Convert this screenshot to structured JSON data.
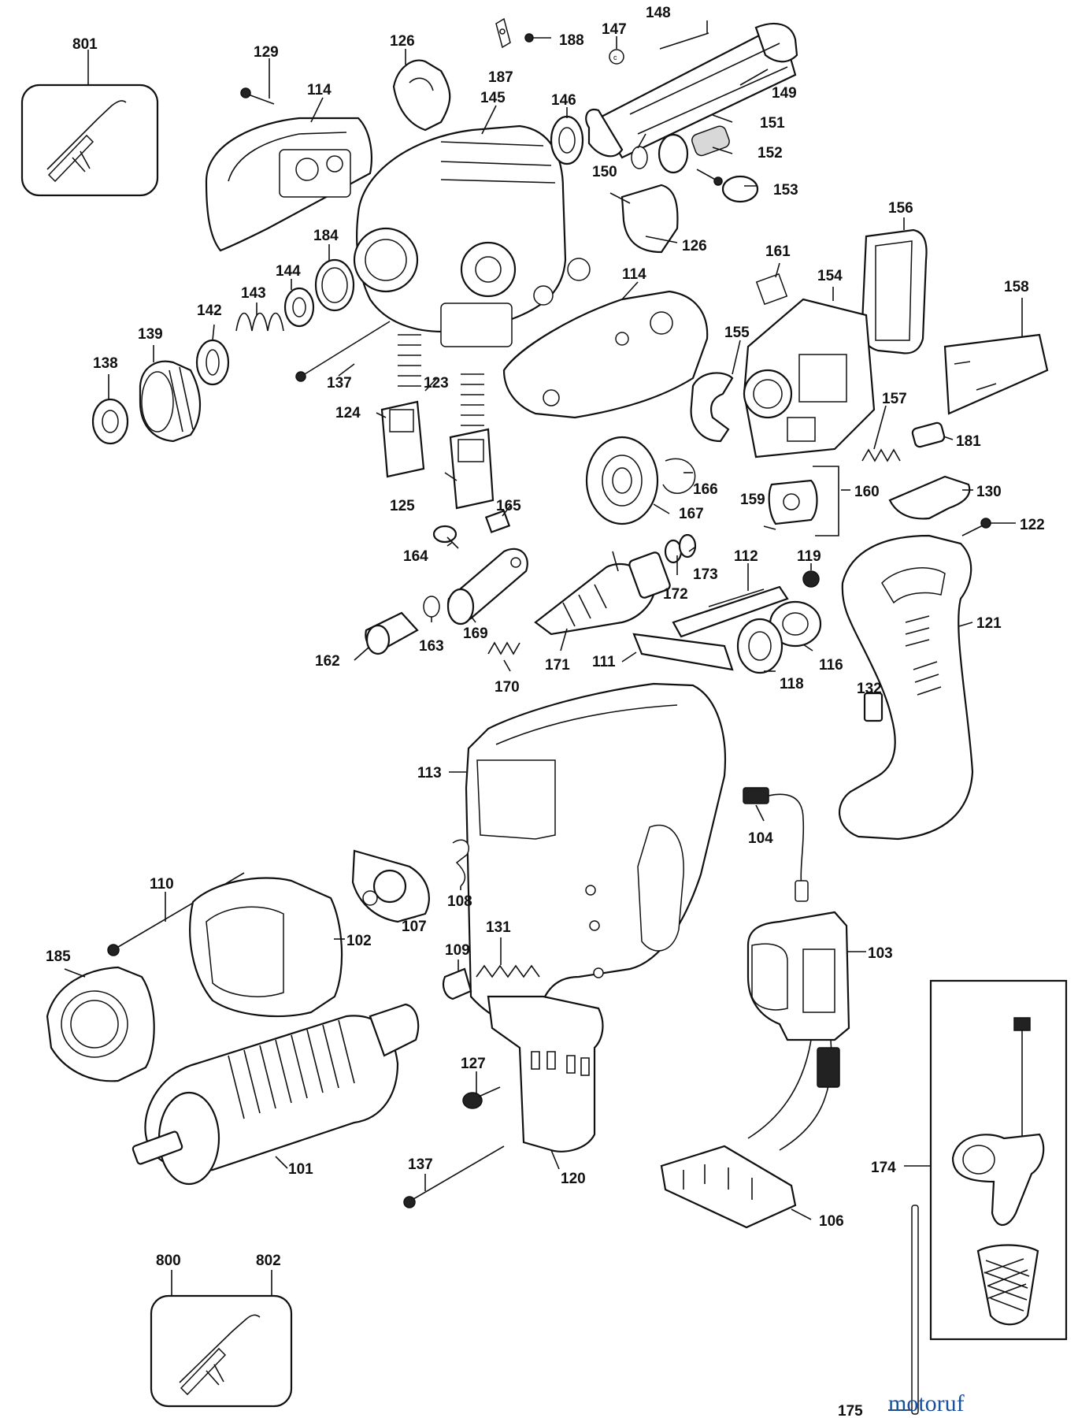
{
  "watermark": "motoruf",
  "colors": {
    "ink": "#111111",
    "watermark": "#1a4f9c"
  },
  "parts": [
    {
      "id": "p801",
      "label": "801"
    },
    {
      "id": "p129",
      "label": "129"
    },
    {
      "id": "p114a",
      "label": "114"
    },
    {
      "id": "p126a",
      "label": "126"
    },
    {
      "id": "p145",
      "label": "145"
    },
    {
      "id": "p187",
      "label": "187"
    },
    {
      "id": "p188",
      "label": "188"
    },
    {
      "id": "p147",
      "label": "147"
    },
    {
      "id": "p148",
      "label": "148"
    },
    {
      "id": "p149",
      "label": "149"
    },
    {
      "id": "p146",
      "label": "146"
    },
    {
      "id": "p151",
      "label": "151"
    },
    {
      "id": "p150",
      "label": "150"
    },
    {
      "id": "p152",
      "label": "152"
    },
    {
      "id": "p153",
      "label": "153"
    },
    {
      "id": "p126b",
      "label": "126"
    },
    {
      "id": "p184",
      "label": "184"
    },
    {
      "id": "p144",
      "label": "144"
    },
    {
      "id": "p143",
      "label": "143"
    },
    {
      "id": "p142",
      "label": "142"
    },
    {
      "id": "p139",
      "label": "139"
    },
    {
      "id": "p138",
      "label": "138"
    },
    {
      "id": "p137a",
      "label": "137"
    },
    {
      "id": "p123",
      "label": "123"
    },
    {
      "id": "p114b",
      "label": "114"
    },
    {
      "id": "p156",
      "label": "156"
    },
    {
      "id": "p161",
      "label": "161"
    },
    {
      "id": "p154",
      "label": "154"
    },
    {
      "id": "p158",
      "label": "158"
    },
    {
      "id": "p155",
      "label": "155"
    },
    {
      "id": "p157",
      "label": "157"
    },
    {
      "id": "p181",
      "label": "181"
    },
    {
      "id": "p124",
      "label": "124"
    },
    {
      "id": "p125",
      "label": "125"
    },
    {
      "id": "p165",
      "label": "165"
    },
    {
      "id": "p164",
      "label": "164"
    },
    {
      "id": "p166",
      "label": "166"
    },
    {
      "id": "p167",
      "label": "167"
    },
    {
      "id": "p160",
      "label": "160"
    },
    {
      "id": "p130",
      "label": "130"
    },
    {
      "id": "p159",
      "label": "159"
    },
    {
      "id": "p122",
      "label": "122"
    },
    {
      "id": "p173",
      "label": "173"
    },
    {
      "id": "p112",
      "label": "112"
    },
    {
      "id": "p119",
      "label": "119"
    },
    {
      "id": "p172",
      "label": "172"
    },
    {
      "id": "p121",
      "label": "121"
    },
    {
      "id": "p162",
      "label": "162"
    },
    {
      "id": "p163",
      "label": "163"
    },
    {
      "id": "p169",
      "label": "169"
    },
    {
      "id": "p171",
      "label": "171"
    },
    {
      "id": "p111",
      "label": "111"
    },
    {
      "id": "p116",
      "label": "116"
    },
    {
      "id": "p118",
      "label": "118"
    },
    {
      "id": "p170",
      "label": "170"
    },
    {
      "id": "p132",
      "label": "132"
    },
    {
      "id": "p113",
      "label": "113"
    },
    {
      "id": "p104",
      "label": "104"
    },
    {
      "id": "p110",
      "label": "110"
    },
    {
      "id": "p108",
      "label": "108"
    },
    {
      "id": "p107",
      "label": "107"
    },
    {
      "id": "p102",
      "label": "102"
    },
    {
      "id": "p131",
      "label": "131"
    },
    {
      "id": "p185",
      "label": "185"
    },
    {
      "id": "p109",
      "label": "109"
    },
    {
      "id": "p103",
      "label": "103"
    },
    {
      "id": "p127",
      "label": "127"
    },
    {
      "id": "p174",
      "label": "174"
    },
    {
      "id": "p137b",
      "label": "137"
    },
    {
      "id": "p101",
      "label": "101"
    },
    {
      "id": "p120",
      "label": "120"
    },
    {
      "id": "p106",
      "label": "106"
    },
    {
      "id": "p800",
      "label": "800"
    },
    {
      "id": "p802",
      "label": "802"
    },
    {
      "id": "p175",
      "label": "175"
    }
  ]
}
